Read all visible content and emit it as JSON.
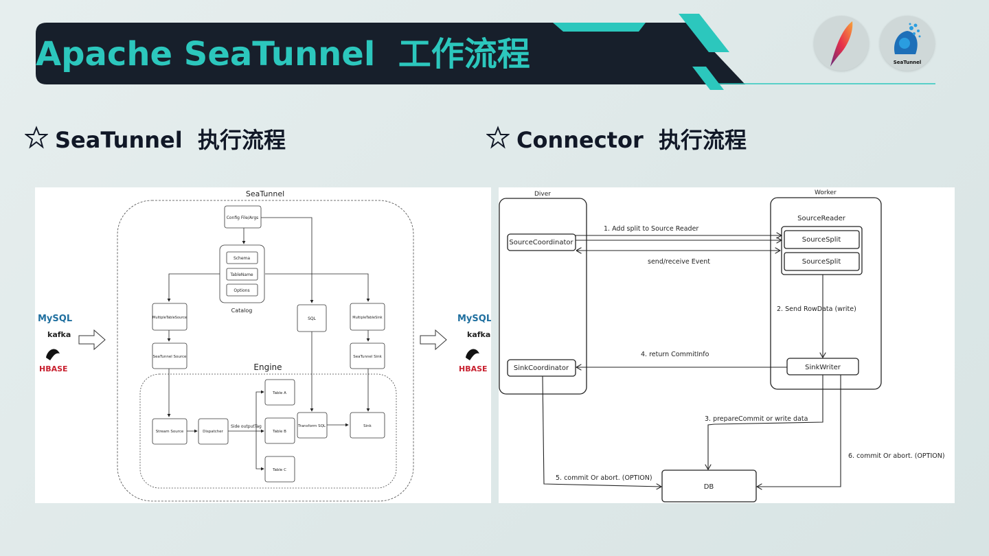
{
  "header": {
    "title": "Apache SeaTunnel  工作流程"
  },
  "logos": {
    "apache": "apache-feather-logo",
    "seatunnel": "SeaTunnel"
  },
  "left_section": {
    "title": "SeaTunnel  执行流程"
  },
  "right_section": {
    "title": "Connector  执行流程"
  },
  "colors": {
    "title_bar": "#171f2b",
    "accent": "#2cc7bd",
    "background": "#dce6e6"
  },
  "left_diagram": {
    "frame_title": "SeaTunnel",
    "engine_label": "Engine",
    "catalog_label": "Catalog",
    "nodes": {
      "config": "Config File/Args",
      "schema": "Schema",
      "tablename": "TableName",
      "options": "Options",
      "mts": "MultipleTableSource",
      "sql": "SQL",
      "mtsink": "MultipleTableSink",
      "sts": "SeaTunnel Source",
      "stsink": "SeaTunnel Sink",
      "stream": "Stream Source",
      "dispatcher": "Dispatcher",
      "tablea": "Table A",
      "tableb": "Table B",
      "tablec": "Table C",
      "transform": "Transform SQL",
      "sink": "Sink"
    },
    "edge_label": "Side outputTag",
    "data_sources": [
      "MySQL",
      "kafka",
      "HBASE"
    ],
    "data_sinks": [
      "MySQL",
      "kafka",
      "HBASE"
    ]
  },
  "right_diagram": {
    "driver_label": "Diver",
    "worker_label": "Worker",
    "source_reader": "SourceReader",
    "source_coordinator": "SourceCoordinator",
    "source_split_1": "SourceSplit",
    "source_split_2": "SourceSplit",
    "sink_coordinator": "SinkCoordinator",
    "sink_writer": "SinkWriter",
    "db": "DB",
    "edges": {
      "e1": "1. Add split to Source Reader",
      "e_event": "send/receive Event",
      "e2": "2. Send RowData   (write)",
      "e4": "4. return CommitInfo",
      "e3": "3. prepareCommit or write data",
      "e6": "6. commit Or abort. (OPTION)",
      "e5": "5. commit Or abort. (OPTION)"
    }
  }
}
